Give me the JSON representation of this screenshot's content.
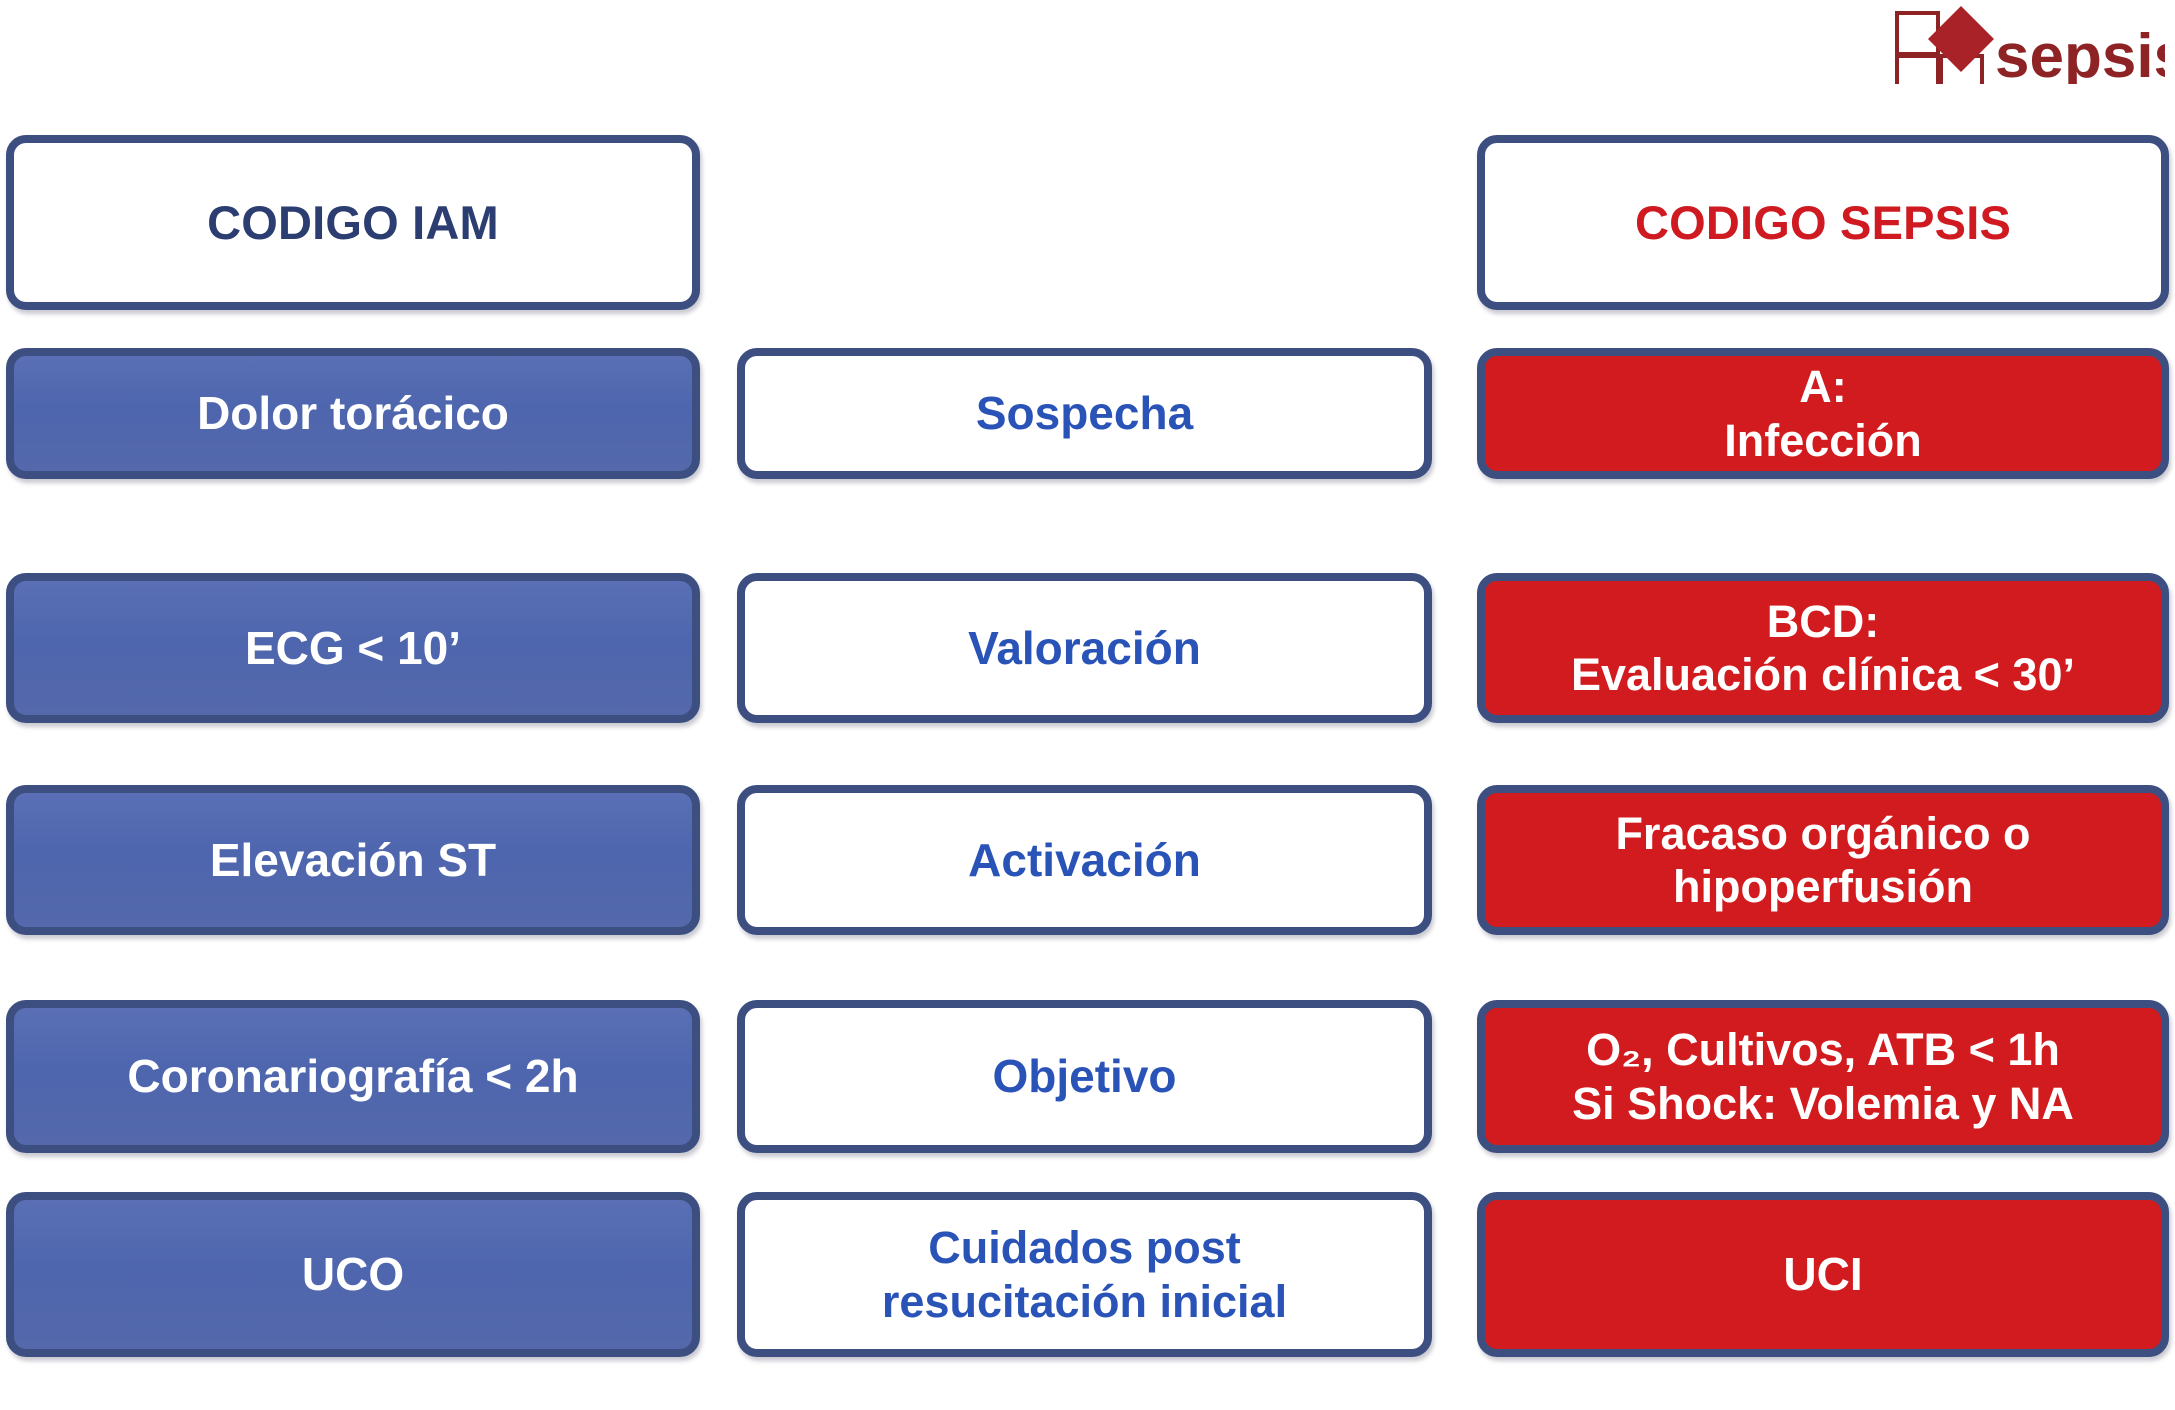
{
  "logo": {
    "name": "sepsis-logo",
    "word": "sepsis",
    "mark_color": "#8e2326",
    "accent_color": "#a82228",
    "text_color": "#8e2326"
  },
  "colors": {
    "border_navy": "#3c4f80",
    "box_blue": "#4e66ae",
    "box_red": "#d21b1f",
    "title_blue": "#2b3d71",
    "title_red": "#cf1a22",
    "mid_text_blue": "#2a53b8",
    "white": "#ffffff"
  },
  "headers": {
    "left": "CODIGO IAM",
    "middle": "",
    "right": "CODIGO SEPSIS"
  },
  "rows": [
    {
      "step": "Sospecha",
      "iam": "Dolor torácico",
      "sepsis_line1": "A:",
      "sepsis_line2": "Infección"
    },
    {
      "step": "Valoración",
      "iam": "ECG < 10’",
      "sepsis_line1": "BCD:",
      "sepsis_line2": "Evaluación clínica < 30’"
    },
    {
      "step": "Activación",
      "iam": "Elevación ST",
      "sepsis_line1": "Fracaso orgánico o",
      "sepsis_line2": "hipoperfusión"
    },
    {
      "step": "Objetivo",
      "iam": "Coronariografía  < 2h",
      "sepsis_line1": "O₂, Cultivos, ATB < 1h",
      "sepsis_line2": "Si Shock: Volemia y NA"
    },
    {
      "step_line1": "Cuidados post",
      "step_line2": "resucitación inicial",
      "iam": "UCO",
      "sepsis_line1": "UCI",
      "sepsis_line2": ""
    }
  ]
}
